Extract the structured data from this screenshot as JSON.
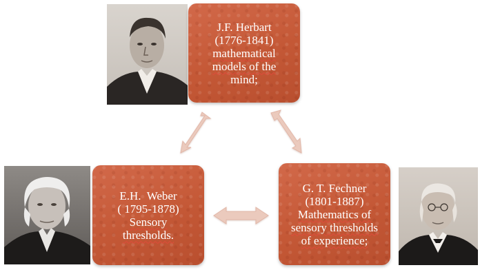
{
  "nodes": {
    "herbart": {
      "lines": [
        "J.F. Herbart",
        "(1776-1841)",
        "mathematical",
        "models of the",
        "mind;"
      ]
    },
    "weber": {
      "lines": [
        "E.H.  Weber",
        "( 1795-1878)",
        "Sensory",
        "thresholds."
      ]
    },
    "fechner": {
      "lines": [
        "G. T. Fechner",
        "(1801-1887)",
        "Mathematics of",
        "sensory thresholds",
        "of experience;"
      ]
    }
  },
  "portraits": {
    "herbart": "portrait-herbart",
    "weber": "portrait-weber",
    "fechner": "portrait-fechner"
  },
  "colors": {
    "box": "#c45836",
    "arrow": "#e8c4b8",
    "text": "#ffffff"
  }
}
